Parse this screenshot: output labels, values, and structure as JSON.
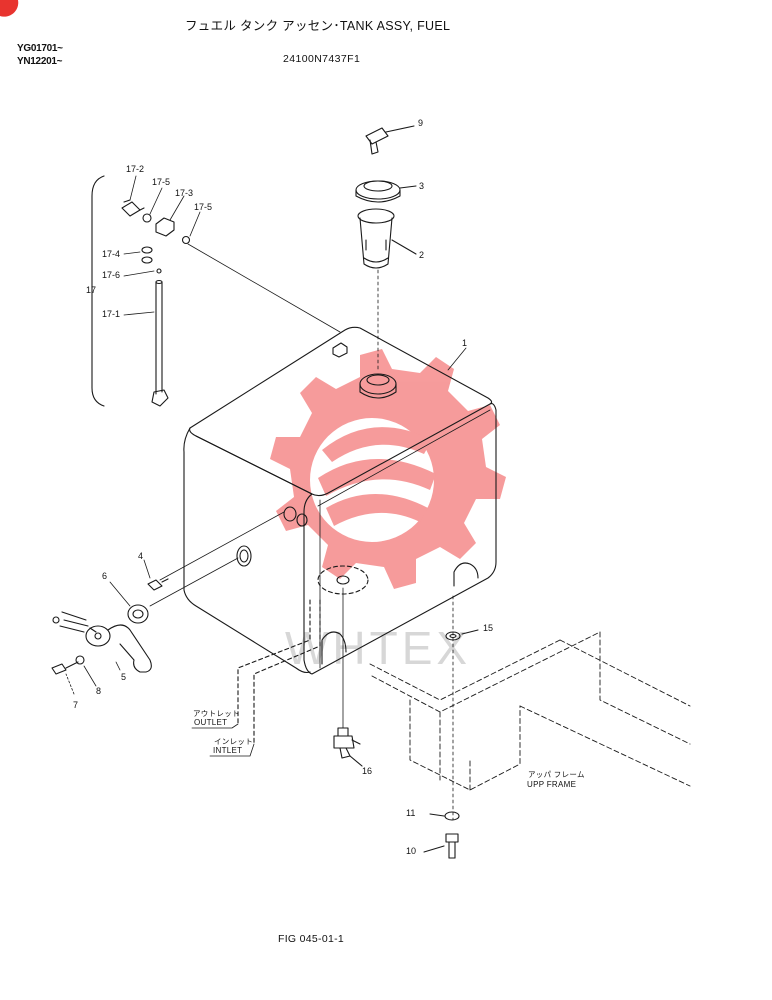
{
  "header": {
    "title": "フュエル タンク アッセン･TANK ASSY, FUEL",
    "serial_ranges": [
      "YG01701~",
      "YN12201~"
    ],
    "part_number": "24100N7437F1"
  },
  "callouts": [
    {
      "id": "c-9",
      "label": "9"
    },
    {
      "id": "c-3",
      "label": "3"
    },
    {
      "id": "c-2",
      "label": "2"
    },
    {
      "id": "c-1",
      "label": "1"
    },
    {
      "id": "c-17-2",
      "label": "17-2"
    },
    {
      "id": "c-17-5a",
      "label": "17-5"
    },
    {
      "id": "c-17-3",
      "label": "17-3"
    },
    {
      "id": "c-17-5b",
      "label": "17-5"
    },
    {
      "id": "c-17-4",
      "label": "17-4"
    },
    {
      "id": "c-17-6",
      "label": "17-6"
    },
    {
      "id": "c-17",
      "label": "17"
    },
    {
      "id": "c-17-1",
      "label": "17-1"
    },
    {
      "id": "c-4",
      "label": "4"
    },
    {
      "id": "c-6",
      "label": "6"
    },
    {
      "id": "c-5",
      "label": "5"
    },
    {
      "id": "c-8",
      "label": "8"
    },
    {
      "id": "c-7",
      "label": "7"
    },
    {
      "id": "c-15",
      "label": "15"
    },
    {
      "id": "c-16",
      "label": "16"
    },
    {
      "id": "c-11",
      "label": "11"
    },
    {
      "id": "c-10",
      "label": "10"
    }
  ],
  "notes": {
    "outlet_jp": "アウトレット",
    "outlet_en": "OUTLET",
    "inlet_jp": "インレット",
    "inlet_en": "INTLET",
    "frame_jp": "アッパ フレーム",
    "frame_en": "UPP FRAME"
  },
  "footer": {
    "figure": "FIG 045-01-1"
  },
  "colors": {
    "line": "#1a1a1a",
    "watermark": "#f04a4a",
    "watermark_text": "#bdbdbd",
    "corner_mark": "#e8342f"
  }
}
